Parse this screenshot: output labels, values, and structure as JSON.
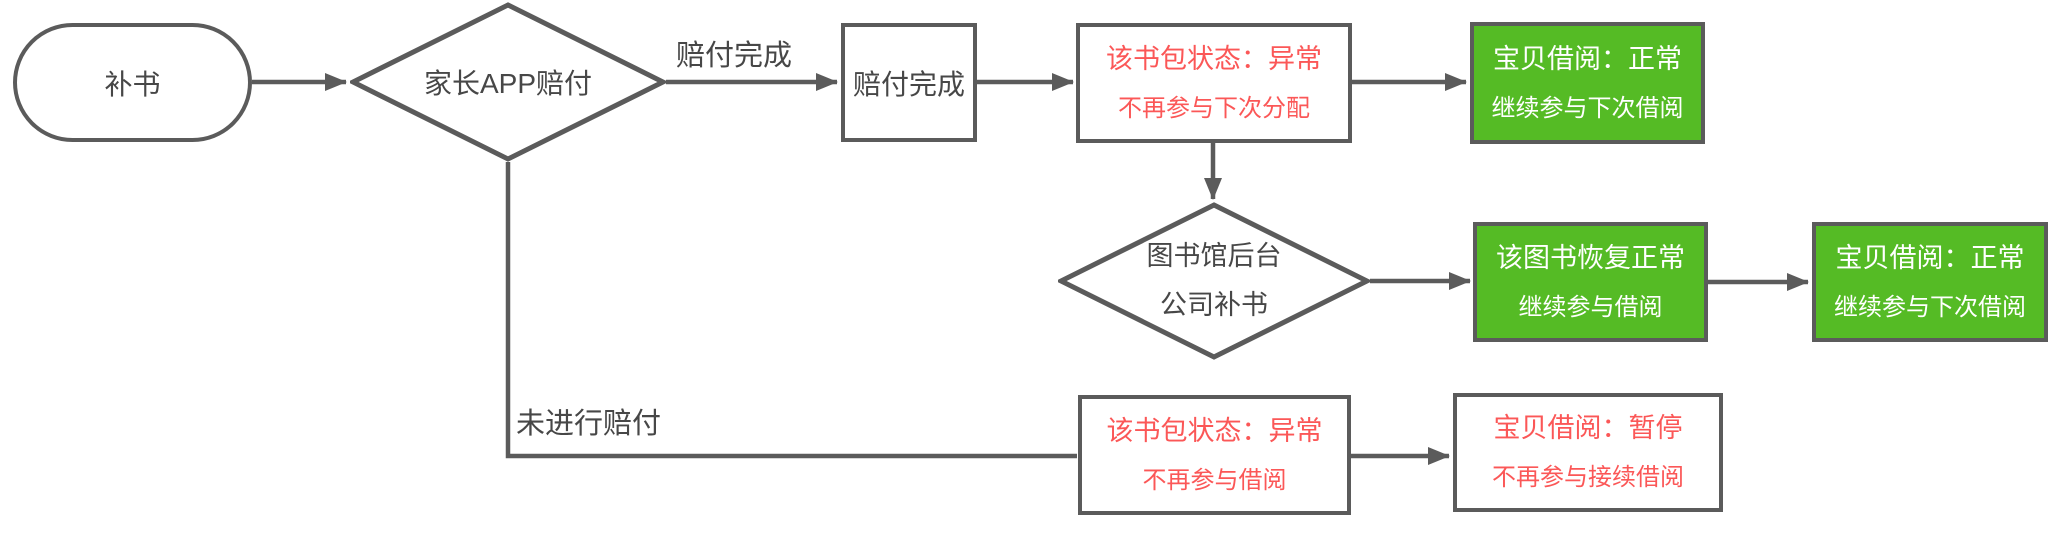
{
  "colors": {
    "line": "#5b5b5b",
    "text": "#474747",
    "green_fill": "#55bb25",
    "red_text": "#fb5757",
    "green_text": "#ffffff",
    "background": "#ffffff"
  },
  "nodes": {
    "start": {
      "label": "补书"
    },
    "decision_parent_app": {
      "label": "家长APP赔付"
    },
    "process_paid": {
      "label": "赔付完成"
    },
    "bag_status_abnormal_allocation": {
      "line1": "该书包状态：异常",
      "line2": "不再参与下次分配"
    },
    "borrow_normal_top": {
      "line1": "宝贝借阅：正常",
      "line2": "继续参与下次借阅"
    },
    "decision_library_restock": {
      "line1": "图书馆后台",
      "line2": "公司补书"
    },
    "book_restored": {
      "line1": "该图书恢复正常",
      "line2": "继续参与借阅"
    },
    "borrow_normal_mid": {
      "line1": "宝贝借阅：正常",
      "line2": "继续参与下次借阅"
    },
    "bag_status_abnormal_borrow": {
      "line1": "该书包状态：异常",
      "line2": "不再参与借阅"
    },
    "borrow_paused": {
      "line1": "宝贝借阅：暂停",
      "line2": "不再参与接续借阅"
    }
  },
  "edge_labels": {
    "paid": "赔付完成",
    "not_paid": "未进行赔付"
  }
}
